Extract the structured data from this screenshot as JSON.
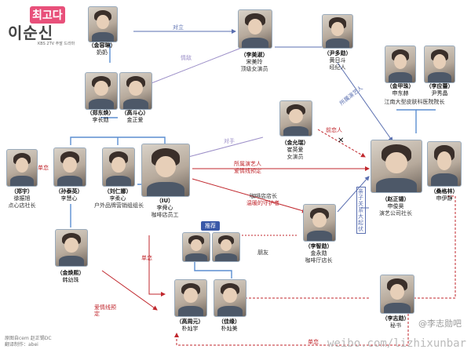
{
  "logo": {
    "title_top": "최고다",
    "title_main": "이순신",
    "subtitle": "KBS 2TV 주말 드라마"
  },
  "people": [
    {
      "id": "jin",
      "label": "（金容琳）",
      "name": "奶奶"
    },
    {
      "id": "li_mei_shu",
      "label": "（李美淑）",
      "name": "宋美玲",
      "role": "顶级女演员"
    },
    {
      "id": "yin_duo_xun",
      "label": "（尹多勋）",
      "name": "黄日斗",
      "role": "经纪人"
    },
    {
      "id": "zheng_dong_huan",
      "label": "（郑东焕）",
      "name": "李长勋"
    },
    {
      "id": "gao_dou_xin",
      "label": "（高斗心）",
      "name": "金正爱"
    },
    {
      "id": "jin_jia_zhu",
      "label": "（金甲珠）",
      "name": "申东赫"
    },
    {
      "id": "li_ying_tai",
      "label": "（李应蕾）",
      "name": "尹秀晶"
    },
    {
      "id": "jin_yun_rui",
      "label": "（金允瑞）",
      "name": "崔英爱",
      "role": "女演员"
    },
    {
      "id": "zheng_yu",
      "label": "（郑宇）",
      "name": "徐振旭",
      "role": "点心店社长"
    },
    {
      "id": "sun_tai_ying",
      "label": "（孙泰英）",
      "name": "李慧心"
    },
    {
      "id": "liu_ren_na",
      "label": "（刘仁娜）",
      "name": "李柔心",
      "role": "户外品牌营销组组长"
    },
    {
      "id": "iu",
      "label": "（IU）",
      "name": "李舜心",
      "role": "咖啡店员工"
    },
    {
      "id": "zhao_zheng_xi",
      "label": "（赵正锡）",
      "name": "申俊昊",
      "role": "演艺公司社长"
    },
    {
      "id": "sang_ge_lin",
      "label": "（桑格林）",
      "name": "申伊静"
    },
    {
      "id": "li_zhi_xun",
      "label": "（李智勋）",
      "name": "金永勋",
      "role": "咖啡厅店长"
    },
    {
      "id": "jin_huan_xi",
      "label": "（金焕熙）",
      "name": "韩幼珠"
    },
    {
      "id": "gao_zhou_yuan",
      "label": "（高周元）",
      "name": "朴灿宇"
    },
    {
      "id": "jia_yuan",
      "label": "（佳缘）",
      "name": "朴灿美"
    },
    {
      "id": "li_zhi_xun2",
      "label": "（李志勋）",
      "name": "",
      "role": "秘书"
    }
  ],
  "relations": {
    "duili": "对立",
    "guanxi": "情敌",
    "suoshu1": "所属演艺人",
    "shudian": "江南大型皮肤科医院院长",
    "qianlianren": "前恋人",
    "duishou": "对手",
    "aiqingxian1": "爱情线预定",
    "suoshu2": "所属演艺人",
    "kafeidianzhang": "咖啡店店长",
    "shouhuzhe": "温暖的守护者",
    "pengyou": "朋友",
    "danlian1": "单恋",
    "danlian2": "单恋",
    "danlian3": "单恋",
    "aiqingxian2": "爱情线预定",
    "vertical_box": "亲子关系大起伏"
  },
  "recommend": "推荐",
  "watermark": {
    "line1": "@李志勋吧",
    "line2": "weibo.com/lizhixunbar",
    "credit": "原图自cem 赵正锡DC\n翻译制作：abei"
  }
}
